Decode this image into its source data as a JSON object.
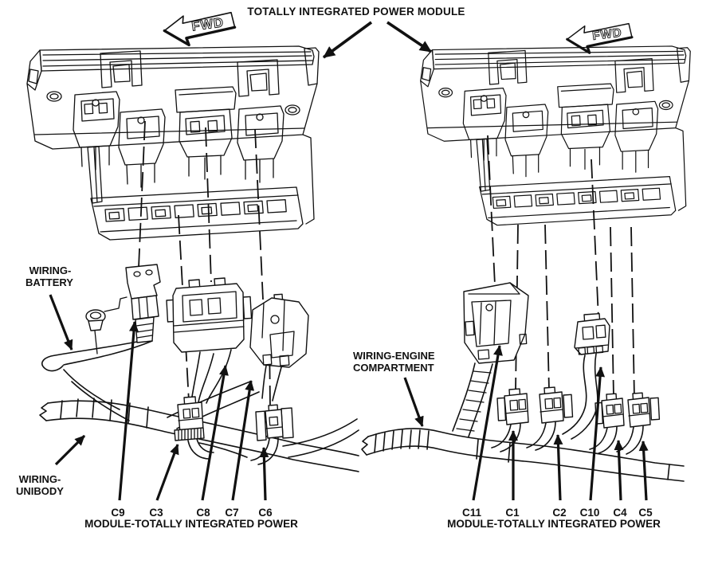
{
  "header": {
    "title": "TOTALLY INTEGRATED POWER MODULE",
    "fwd_label": "FWD"
  },
  "left_figure": {
    "caption": "MODULE-TOTALLY INTEGRATED POWER",
    "connector_labels": [
      "C9",
      "C3",
      "C8",
      "C7",
      "C6"
    ],
    "wiring_battery_label": {
      "line1": "WIRING-",
      "line2": "BATTERY"
    },
    "wiring_unibody_label": {
      "line1": "WIRING-",
      "line2": "UNIBODY"
    }
  },
  "right_figure": {
    "caption": "MODULE-TOTALLY INTEGRATED POWER",
    "connector_labels": [
      "C11",
      "C1",
      "C2",
      "C10",
      "C4",
      "C5"
    ],
    "wiring_engine_label": {
      "line1": "WIRING-ENGINE",
      "line2": "COMPARTMENT"
    }
  },
  "colors": {
    "ink": "#111111",
    "paper": "#ffffff"
  }
}
